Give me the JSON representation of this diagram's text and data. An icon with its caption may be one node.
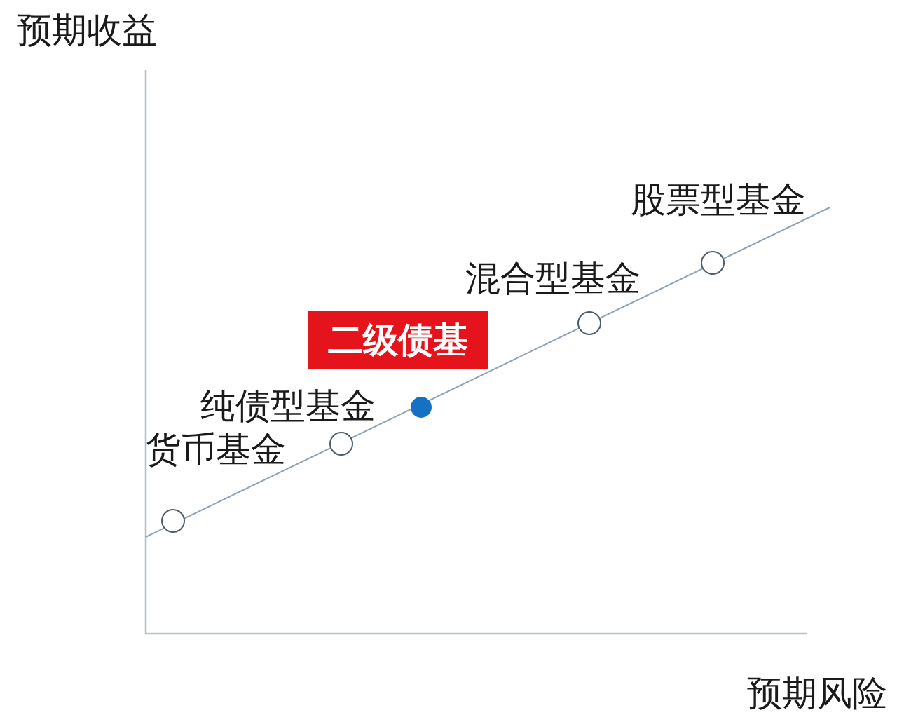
{
  "diagram": {
    "nodes": [
      {
        "text": [],
        "shape": "circle",
        "beside": [
          "货币基金"
        ]
      },
      {
        "text": [],
        "shape": "circle",
        "beside": [
          "纯债型基金"
        ]
      },
      {
        "text": [
          "二级债基"
        ]
      },
      {
        "text": [],
        "shape": "circle"
      },
      {
        "text": [],
        "shape": "circle",
        "beside": [
          "混合型基金"
        ]
      },
      {
        "text": [],
        "shape": "circle",
        "beside": [
          "股票型基金"
        ]
      }
    ],
    "labels": [
      "预期收益",
      "预期风险"
    ]
  }
}
